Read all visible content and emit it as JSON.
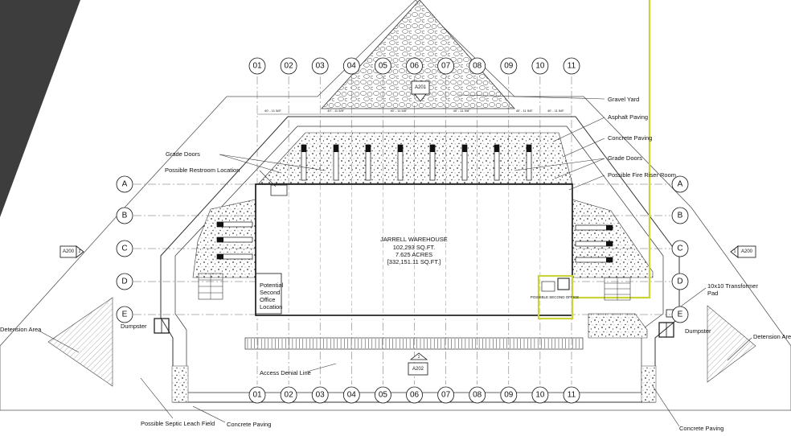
{
  "drawing": {
    "building": {
      "name": "JARRELL WAREHOUSE",
      "area_sqft": "102,293 SQ.FT.",
      "acres": "7.625 ACRES",
      "site_sqft": "[332,151.11 SQ.FT.]"
    },
    "grid_columns": [
      "01",
      "02",
      "03",
      "04",
      "05",
      "06",
      "07",
      "08",
      "09",
      "10",
      "11"
    ],
    "grid_rows": [
      "A",
      "B",
      "C",
      "D",
      "E"
    ],
    "dimension_label": "40' - 11 5/8\"",
    "section_refs": {
      "top": "A201",
      "bottom": "A202",
      "left": "A200",
      "left_num": "2",
      "right": "A200",
      "right_num": "1",
      "marker": "1"
    },
    "labels": {
      "gravel_yard": "Gravel Yard",
      "asphalt_paving": "Asphalt Paving",
      "concrete_paving_top": "Concrete Paving",
      "grade_doors_right": "Grade Doors",
      "fire_riser": "Possible Fire Riser Room",
      "grade_doors_left": "Grade Doors",
      "restroom": "Possible Restroom Location",
      "office_line1": "Potential",
      "office_line2": "Second",
      "office_line3": "Office",
      "office_line4": "Location",
      "transformer_line1": "10x10 Transformer",
      "transformer_line2": "Pad",
      "dumpster_left": "Dumpster",
      "dumpster_right": "Dumpster",
      "detension_left": "Detension Area",
      "detension_right": "Detension Area",
      "access_denial": "Access Denial Line",
      "septic": "Possible Septic Leach Field",
      "concrete_paving_bottom_left": "Concrete Paving",
      "concrete_paving_bottom_right": "Concrete Paving",
      "office_small": "POSSIBLE SECOND OFFICE"
    },
    "colors": {
      "highlight": "#c8d43a",
      "dark_corner": "#3d3d3d",
      "line": "#222222"
    }
  }
}
